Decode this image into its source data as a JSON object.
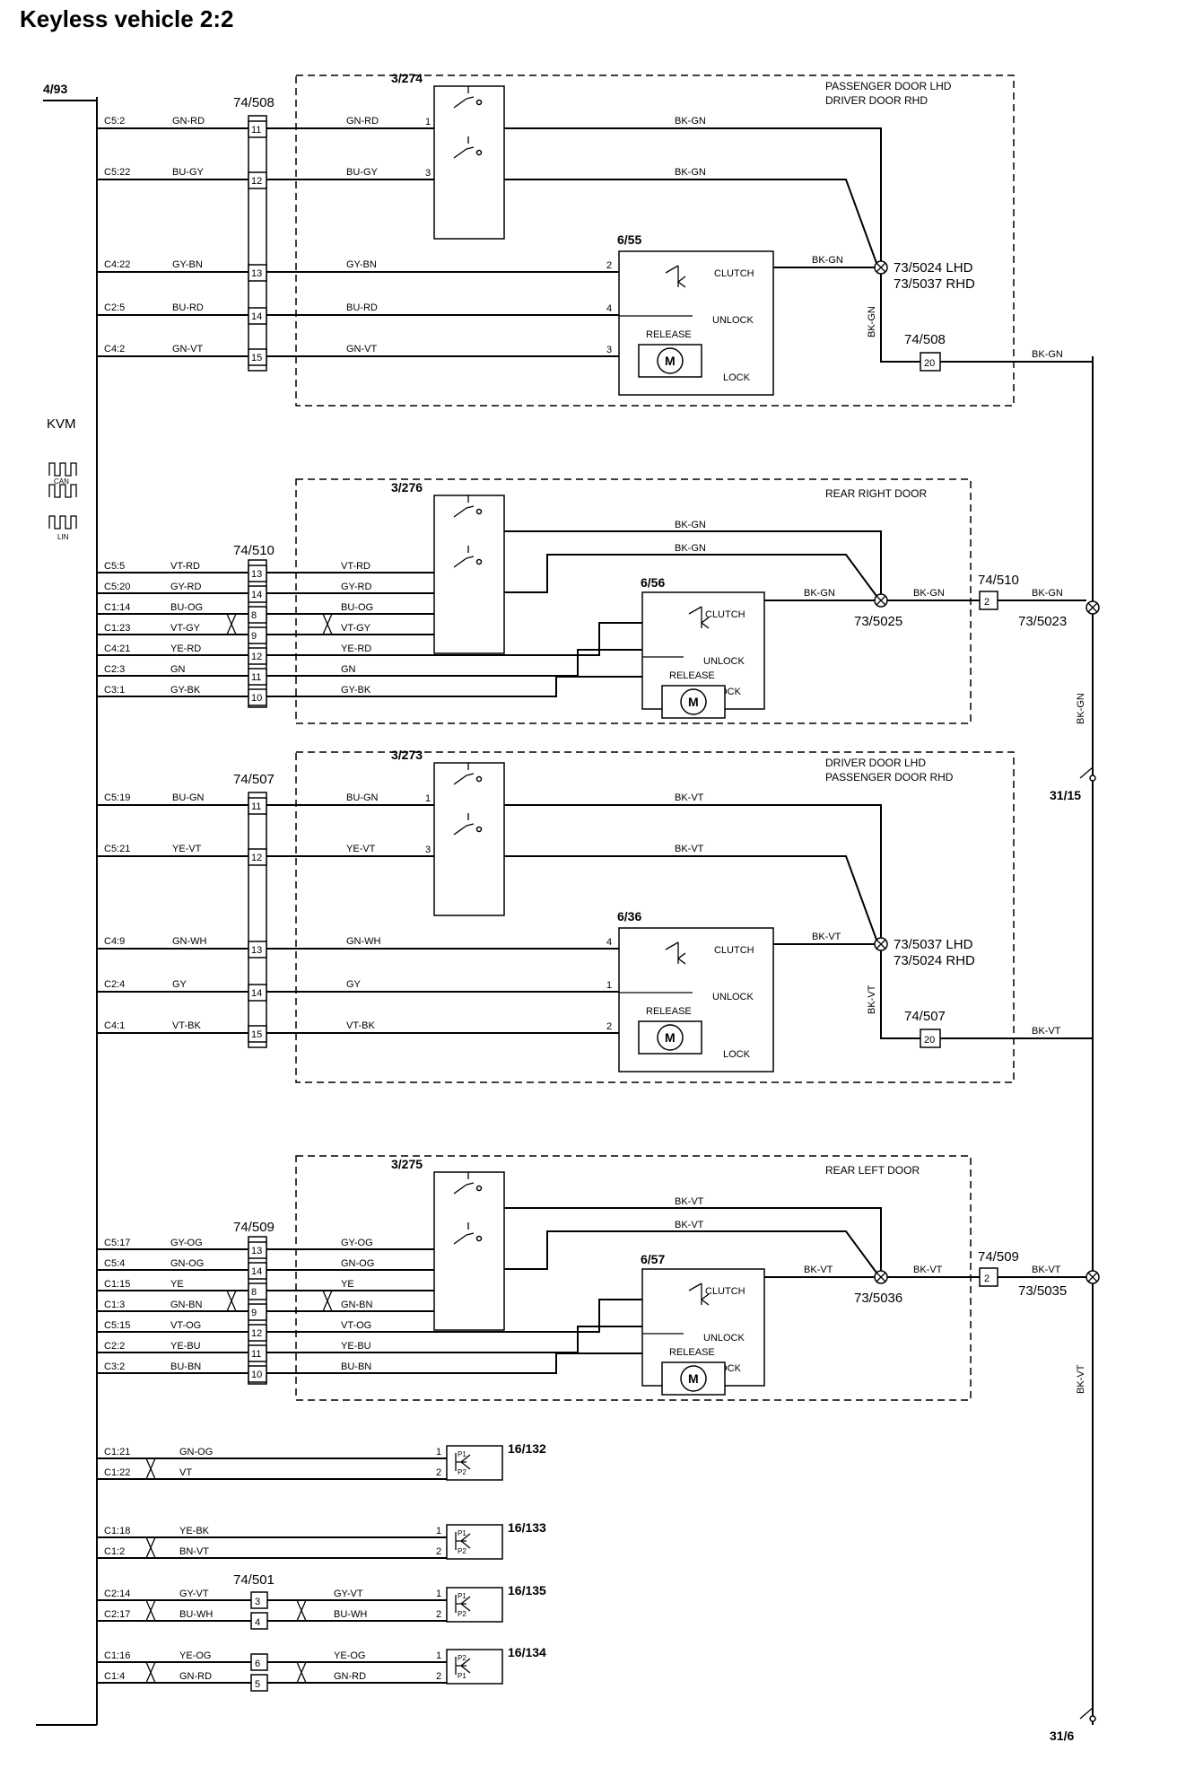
{
  "title": "Keyless vehicle 2:2",
  "kvm": {
    "ref": "4/93",
    "label": "KVM",
    "can_label": "CAN",
    "lin_label": "LIN"
  },
  "groups": [
    {
      "door_label": [
        "PASSENGER DOOR LHD",
        "DRIVER DOOR RHD"
      ],
      "conn_ref": "74/508",
      "switch_ref": "3/274",
      "motor_ref": "6/55",
      "splice_ref": [
        "73/5024 LHD",
        "73/5037 RHD"
      ],
      "out_conn_ref": "74/508",
      "out_pin": "20",
      "out_wire": "BK-GN",
      "vertical_wire": "BK-GN",
      "switch_out_wires": [
        "BK-GN",
        "BK-GN"
      ],
      "clutch_wire": "BK-GN",
      "rows": [
        {
          "kvm_pin": "C5:2",
          "wire": "GN-RD",
          "conn_pin": "11",
          "wire2": "GN-RD",
          "dest_pin": "1"
        },
        {
          "kvm_pin": "C5:22",
          "wire": "BU-GY",
          "conn_pin": "12",
          "wire2": "BU-GY",
          "dest_pin": "3"
        },
        {
          "kvm_pin": "C4:22",
          "wire": "GY-BN",
          "conn_pin": "13",
          "wire2": "GY-BN",
          "dest_pin": "2"
        },
        {
          "kvm_pin": "C2:5",
          "wire": "BU-RD",
          "conn_pin": "14",
          "wire2": "BU-RD",
          "dest_pin": "4"
        },
        {
          "kvm_pin": "C4:2",
          "wire": "GN-VT",
          "conn_pin": "15",
          "wire2": "GN-VT",
          "dest_pin": "3"
        }
      ]
    },
    {
      "door_label": [
        "REAR RIGHT DOOR"
      ],
      "conn_ref": "74/510",
      "switch_ref": "3/276",
      "motor_ref": "6/56",
      "splice_ref": [
        "73/5025"
      ],
      "out_conn_ref": "74/510",
      "out_pin": "2",
      "out_wire": "BK-GN",
      "switch_out_wires": [
        "BK-GN",
        "BK-GN"
      ],
      "clutch_wire": "BK-GN",
      "splice_out_wire": "BK-GN",
      "rows": [
        {
          "kvm_pin": "C5:5",
          "wire": "VT-RD",
          "conn_pin": "13",
          "wire2": "VT-RD"
        },
        {
          "kvm_pin": "C5:20",
          "wire": "GY-RD",
          "conn_pin": "14",
          "wire2": "GY-RD"
        },
        {
          "kvm_pin": "C1:14",
          "wire": "BU-OG",
          "conn_pin": "8",
          "wire2": "BU-OG"
        },
        {
          "kvm_pin": "C1:23",
          "wire": "VT-GY",
          "conn_pin": "9",
          "wire2": "VT-GY"
        },
        {
          "kvm_pin": "C4:21",
          "wire": "YE-RD",
          "conn_pin": "12",
          "wire2": "YE-RD"
        },
        {
          "kvm_pin": "C2:3",
          "wire": "GN",
          "conn_pin": "11",
          "wire2": "GN"
        },
        {
          "kvm_pin": "C3:1",
          "wire": "GY-BK",
          "conn_pin": "10",
          "wire2": "GY-BK"
        }
      ]
    },
    {
      "door_label": [
        "DRIVER DOOR LHD",
        "PASSENGER DOOR RHD"
      ],
      "conn_ref": "74/507",
      "switch_ref": "3/273",
      "motor_ref": "6/36",
      "splice_ref": [
        "73/5037 LHD",
        "73/5024 RHD"
      ],
      "out_conn_ref": "74/507",
      "out_pin": "20",
      "out_wire": "BK-VT",
      "vertical_wire": "BK-VT",
      "switch_out_wires": [
        "BK-VT",
        "BK-VT"
      ],
      "clutch_wire": "BK-VT",
      "rows": [
        {
          "kvm_pin": "C5:19",
          "wire": "BU-GN",
          "conn_pin": "11",
          "wire2": "BU-GN",
          "dest_pin": "1"
        },
        {
          "kvm_pin": "C5:21",
          "wire": "YE-VT",
          "conn_pin": "12",
          "wire2": "YE-VT",
          "dest_pin": "3"
        },
        {
          "kvm_pin": "C4:9",
          "wire": "GN-WH",
          "conn_pin": "13",
          "wire2": "GN-WH",
          "dest_pin": "4"
        },
        {
          "kvm_pin": "C2:4",
          "wire": "GY",
          "conn_pin": "14",
          "wire2": "GY",
          "dest_pin": "1"
        },
        {
          "kvm_pin": "C4:1",
          "wire": "VT-BK",
          "conn_pin": "15",
          "wire2": "VT-BK",
          "dest_pin": "2"
        }
      ]
    },
    {
      "door_label": [
        "REAR LEFT DOOR"
      ],
      "conn_ref": "74/509",
      "switch_ref": "3/275",
      "motor_ref": "6/57",
      "splice_ref": [
        "73/5036"
      ],
      "out_conn_ref": "74/509",
      "out_pin": "2",
      "out_wire": "BK-VT",
      "switch_out_wires": [
        "BK-VT",
        "BK-VT"
      ],
      "clutch_wire": "BK-VT",
      "splice_out_wire": "BK-VT",
      "rows": [
        {
          "kvm_pin": "C5:17",
          "wire": "GY-OG",
          "conn_pin": "13",
          "wire2": "GY-OG"
        },
        {
          "kvm_pin": "C5:4",
          "wire": "GN-OG",
          "conn_pin": "14",
          "wire2": "GN-OG"
        },
        {
          "kvm_pin": "C1:15",
          "wire": "YE",
          "conn_pin": "8",
          "wire2": "YE"
        },
        {
          "kvm_pin": "C1:3",
          "wire": "GN-BN",
          "conn_pin": "9",
          "wire2": "GN-BN"
        },
        {
          "kvm_pin": "C5:15",
          "wire": "VT-OG",
          "conn_pin": "12",
          "wire2": "VT-OG"
        },
        {
          "kvm_pin": "C2:2",
          "wire": "YE-BU",
          "conn_pin": "11",
          "wire2": "YE-BU"
        },
        {
          "kvm_pin": "C3:2",
          "wire": "BU-BN",
          "conn_pin": "10",
          "wire2": "BU-BN"
        }
      ]
    }
  ],
  "motor_labels": {
    "clutch": "CLUTCH",
    "unlock": "UNLOCK",
    "lock": "LOCK",
    "release": "RELEASE",
    "m": "M"
  },
  "ground_splices": [
    {
      "ref": "73/5023",
      "wire": "BK-GN",
      "ground": "31/15"
    },
    {
      "ref": "73/5035",
      "wire": "BK-VT",
      "ground": "31/6"
    }
  ],
  "antennas": [
    {
      "ref": "16/132",
      "p_top": "P1",
      "p_bot": "P2",
      "wires": [
        {
          "kvm_pin": "C1:21",
          "wire": "GN-OG",
          "pin": "1"
        },
        {
          "kvm_pin": "C1:22",
          "wire": "VT",
          "pin": "2"
        }
      ]
    },
    {
      "ref": "16/133",
      "p_top": "P1",
      "p_bot": "P2",
      "wires": [
        {
          "kvm_pin": "C1:18",
          "wire": "YE-BK",
          "pin": "1"
        },
        {
          "kvm_pin": "C1:2",
          "wire": "BN-VT",
          "pin": "2"
        }
      ]
    },
    {
      "ref": "16/135",
      "p_top": "P1",
      "p_bot": "P2",
      "conn_ref": "74/501",
      "wires": [
        {
          "kvm_pin": "C2:14",
          "wire": "GY-VT",
          "conn_pin": "3",
          "wire2": "GY-VT",
          "pin": "1"
        },
        {
          "kvm_pin": "C2:17",
          "wire": "BU-WH",
          "conn_pin": "4",
          "wire2": "BU-WH",
          "pin": "2"
        }
      ]
    },
    {
      "ref": "16/134",
      "p_top": "P2",
      "p_bot": "P1",
      "wires": [
        {
          "kvm_pin": "C1:16",
          "wire": "YE-OG",
          "conn_pin": "6",
          "wire2": "YE-OG",
          "pin": "1"
        },
        {
          "kvm_pin": "C1:4",
          "wire": "GN-RD",
          "conn_pin": "5",
          "wire2": "GN-RD",
          "pin": "2"
        }
      ]
    }
  ]
}
